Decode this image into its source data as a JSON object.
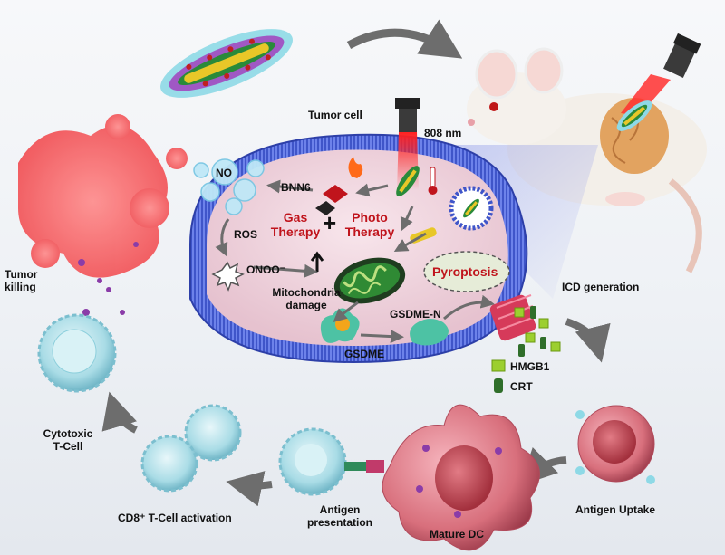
{
  "labels": {
    "tumor_cell": "Tumor cell",
    "laser": "808 nm",
    "no": "NO",
    "bnn6": "BNN6",
    "ros": "ROS",
    "gas_therapy": "Gas\nTherapy",
    "plus": "+",
    "photo_therapy": "Photo\nTherapy",
    "onoo": "ONOO⁻",
    "mito": "Mitochondria\ndamage",
    "pyroptosis": "Pyroptosis",
    "gsdme_n": "GSDME-N",
    "gsdme": "GSDME",
    "icd": "ICD generation",
    "hmgb1": "HMGB1",
    "crt": "CRT",
    "tumor_killing": "Tumor\nkilling",
    "cytotoxic": "Cytotoxic\nT-Cell",
    "cd8": "CD8⁺ T-Cell activation",
    "antigen_presentation": "Antigen\npresentation",
    "mature_dc": "Mature DC",
    "antigen_uptake": "Antigen Uptake"
  },
  "colors": {
    "membrane": "#4a63d8",
    "cytoplasm": "#efd3dd",
    "tumor_debris": "#f0474c",
    "therapy_text": "#c0141c",
    "t_cell": "#a9dce6",
    "dc": "#d86f7c",
    "hmgb1": "#9ccf2f",
    "crt": "#2f6e2a",
    "arrow": "#6d6d6d"
  },
  "icons": [
    "nanoparticle-icon",
    "mouse-icon",
    "laser-device-icon",
    "bubble-icon",
    "flame-icon",
    "thermometer-icon",
    "mitochondria-icon",
    "gsdme-protein-icon",
    "hmgb1-cube-icon",
    "crt-cylinder-icon",
    "t-cell-icon",
    "dendritic-cell-icon"
  ]
}
